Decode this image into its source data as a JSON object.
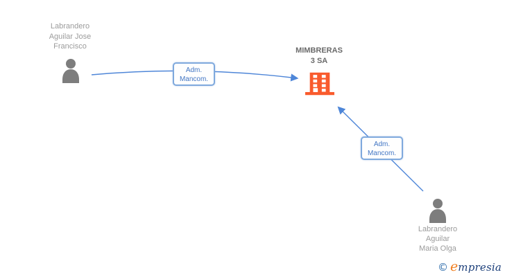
{
  "diagram": {
    "person1": {
      "line1": "Labrandero",
      "line2": "Aguilar Jose",
      "line3": "Francisco"
    },
    "person2": {
      "line1": "Labrandero",
      "line2": "Aguilar",
      "line3": "Maria Olga"
    },
    "company": {
      "line1": "MIMBRERAS",
      "line2": "3 SA"
    },
    "edge1": {
      "line1": "Adm.",
      "line2": "Mancom."
    },
    "edge2": {
      "line1": "Adm.",
      "line2": "Mancom."
    }
  },
  "logo": {
    "copyright": "©",
    "brand_first": "e",
    "brand_rest": "mpresia"
  },
  "colors": {
    "person_text": "#9B9B9B",
    "company_text": "#6A6A6A",
    "icon_gray": "#7D7D7D",
    "building_orange": "#F95B2D",
    "edge_blue": "#4E86D8",
    "edge_label_text": "#4276C4",
    "edge_label_border": "#7FA9DD",
    "logo_copyright": "#2566A8",
    "logo_orange": "#F07D1E",
    "logo_navy": "#1C3F7A"
  }
}
